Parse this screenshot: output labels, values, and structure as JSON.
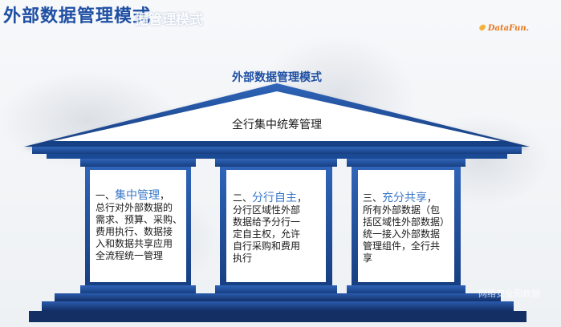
{
  "header": {
    "title": "外部数据管理模式",
    "ghost_title": "据管理模式",
    "logo_text": "DataFun."
  },
  "diagram": {
    "roof_caption": "外部数据管理模式",
    "roof_text": "全行集中统筹管理",
    "pillars": [
      {
        "prefix": "一、",
        "highlight": "集中管理",
        "suffix": "，",
        "lines": [
          "总行对外部数据的",
          "需求、预算、采购、",
          "费用执行、数据接",
          "入和数据共享应用",
          "全流程统一管理"
        ]
      },
      {
        "prefix": "二、",
        "highlight": "分行自主",
        "suffix": "，",
        "lines": [
          "分行区域性外部",
          "数据给予分行一",
          "定自主权，允许",
          "自行采购和费用",
          "执行"
        ]
      },
      {
        "prefix": "三、",
        "highlight": "充分共享",
        "suffix": "，",
        "lines": [
          "所有外部数据（包",
          "括区域性外部数据）",
          "统一接入外部数据",
          "管理组件，全行共",
          "享"
        ]
      }
    ],
    "colors": {
      "primary_blue": "#1f4fa3",
      "highlight_blue": "#3b79c9",
      "pillar_fill": "#ffffff",
      "temple_shadow": "#0e2f5e"
    }
  },
  "watermark": "网络安全和数据"
}
